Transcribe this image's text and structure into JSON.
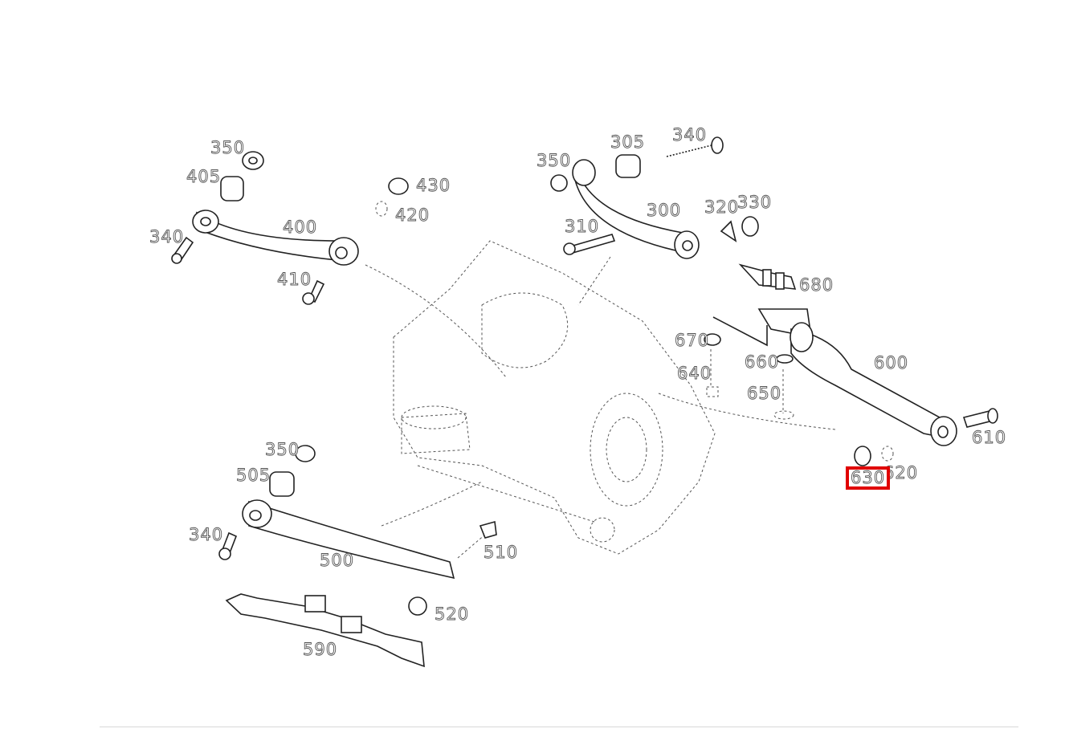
{
  "diagram": {
    "callouts": [
      {
        "id": "c1",
        "label": "350"
      },
      {
        "id": "c2",
        "label": "405"
      },
      {
        "id": "c3",
        "label": "340"
      },
      {
        "id": "c4",
        "label": "400"
      },
      {
        "id": "c5",
        "label": "410"
      },
      {
        "id": "c6",
        "label": "430"
      },
      {
        "id": "c7",
        "label": "420"
      },
      {
        "id": "c8",
        "label": "350"
      },
      {
        "id": "c9",
        "label": "305"
      },
      {
        "id": "c10",
        "label": "340"
      },
      {
        "id": "c11",
        "label": "300"
      },
      {
        "id": "c12",
        "label": "320"
      },
      {
        "id": "c13",
        "label": "330"
      },
      {
        "id": "c14",
        "label": "310"
      },
      {
        "id": "c15",
        "label": "680"
      },
      {
        "id": "c16",
        "label": "670"
      },
      {
        "id": "c17",
        "label": "660"
      },
      {
        "id": "c18",
        "label": "640"
      },
      {
        "id": "c19",
        "label": "650"
      },
      {
        "id": "c20",
        "label": "600"
      },
      {
        "id": "c21",
        "label": "610"
      },
      {
        "id": "c22",
        "label": "620"
      },
      {
        "id": "c23",
        "label": "630",
        "highlighted": true
      },
      {
        "id": "c24",
        "label": "350"
      },
      {
        "id": "c25",
        "label": "505"
      },
      {
        "id": "c26",
        "label": "340"
      },
      {
        "id": "c27",
        "label": "500"
      },
      {
        "id": "c28",
        "label": "510"
      },
      {
        "id": "c29",
        "label": "520"
      },
      {
        "id": "c30",
        "label": "590"
      }
    ],
    "highlight_color": "#e00000"
  }
}
